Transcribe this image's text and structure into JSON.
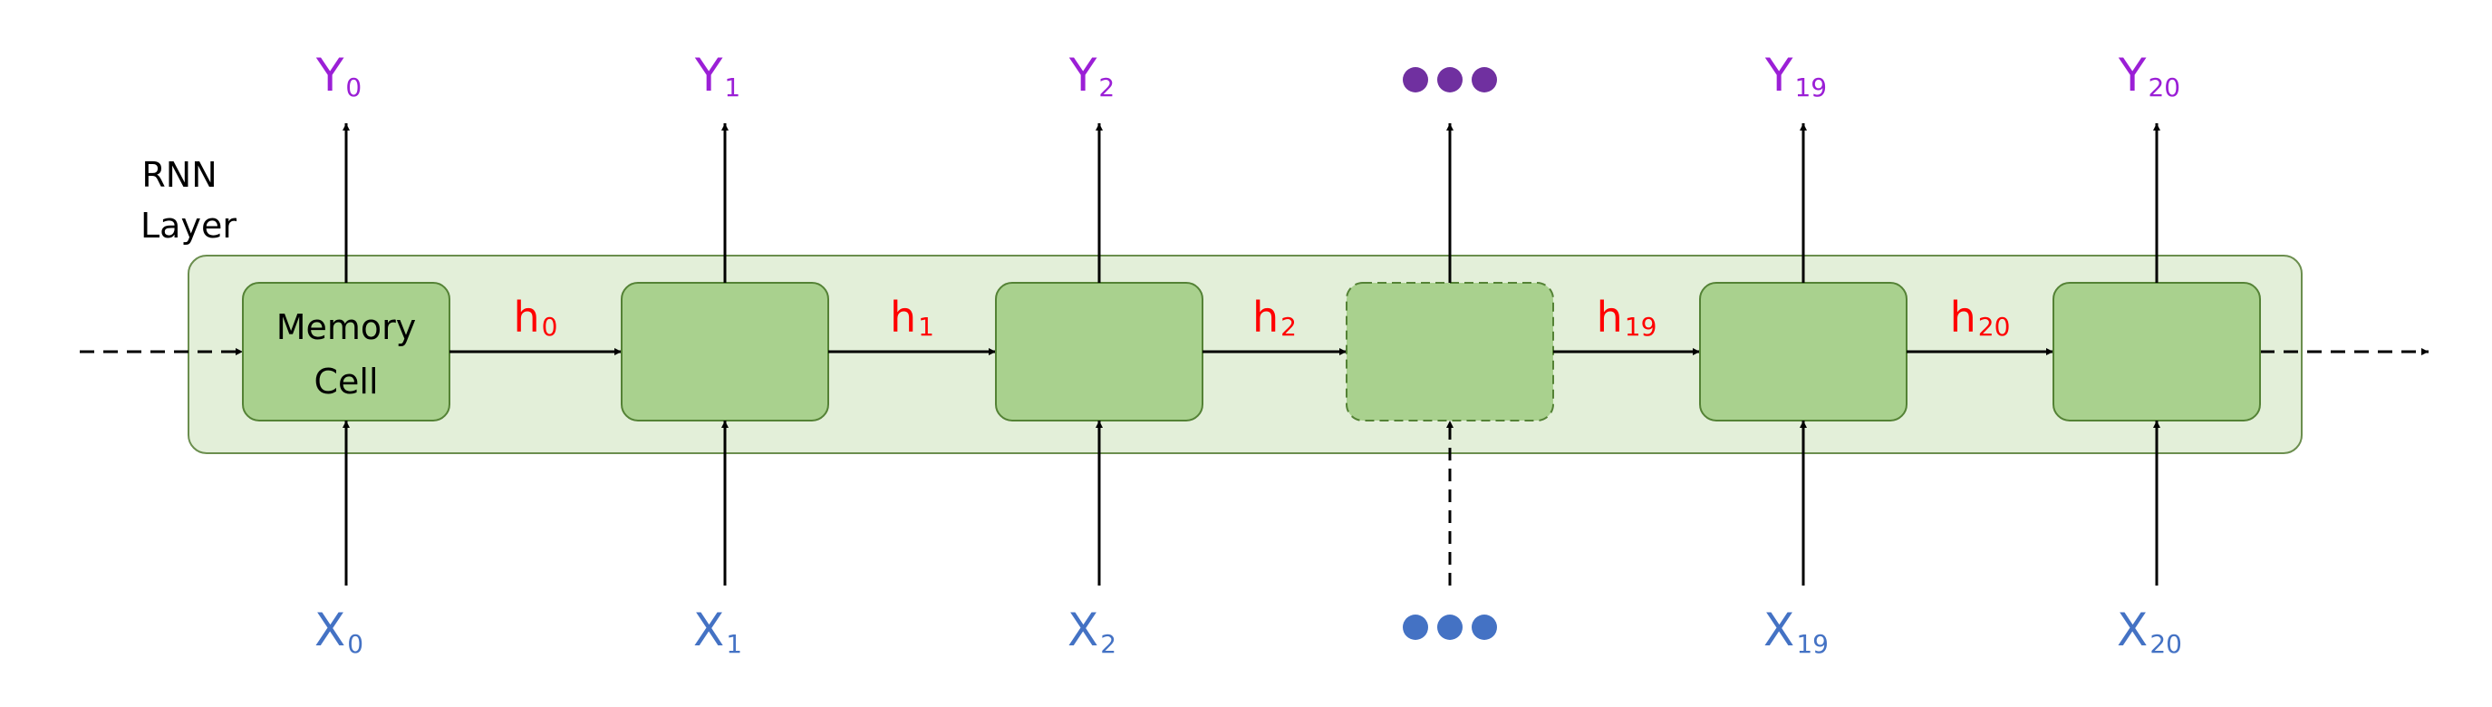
{
  "layer": {
    "label_line1": "RNN",
    "label_line2": "Layer",
    "fill": "#e3efd9",
    "stroke": "#6b8e4e"
  },
  "cell": {
    "label_line1": "Memory",
    "label_line2": "Cell",
    "fill": "#a9d18e",
    "stroke": "#548235"
  },
  "colors": {
    "output": "#9b1fd6",
    "input": "#4472c4",
    "hidden": "#ff0000",
    "ellipsis_output": "#7030a0",
    "ellipsis_input": "#4472c4"
  },
  "steps": [
    {
      "output_base": "Y",
      "output_sub": "0",
      "input_base": "X",
      "input_sub": "0",
      "hidden_base": "h",
      "hidden_sub": "0"
    },
    {
      "output_base": "Y",
      "output_sub": "1",
      "input_base": "X",
      "input_sub": "1",
      "hidden_base": "h",
      "hidden_sub": "1"
    },
    {
      "output_base": "Y",
      "output_sub": "2",
      "input_base": "X",
      "input_sub": "2",
      "hidden_base": "h",
      "hidden_sub": "2"
    },
    {
      "ellipsis": true,
      "hidden_base": "h",
      "hidden_sub": "19"
    },
    {
      "output_base": "Y",
      "output_sub": "19",
      "input_base": "X",
      "input_sub": "19",
      "hidden_base": "h",
      "hidden_sub": "20"
    },
    {
      "output_base": "Y",
      "output_sub": "20",
      "input_base": "X",
      "input_sub": "20"
    }
  ]
}
